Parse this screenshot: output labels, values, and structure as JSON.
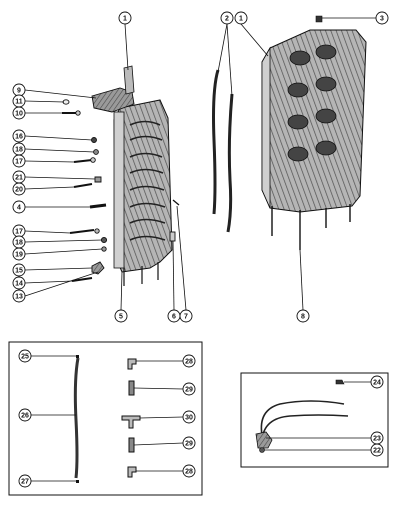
{
  "diagram": {
    "callouts": [
      "1",
      "1",
      "2",
      "3",
      "9",
      "11",
      "10",
      "16",
      "18",
      "17",
      "21",
      "20",
      "4",
      "17",
      "18",
      "19",
      "15",
      "14",
      "13",
      "5",
      "6",
      "7",
      "8",
      "25",
      "26",
      "27",
      "28",
      "29",
      "30",
      "29",
      "28",
      "24",
      "23",
      "22"
    ],
    "colors": {
      "line": "#111111",
      "casting_dark": "#3a3a3a",
      "casting_mid": "#8a8a8a",
      "casting_light": "#cfcfcf",
      "background": "#ffffff"
    }
  }
}
